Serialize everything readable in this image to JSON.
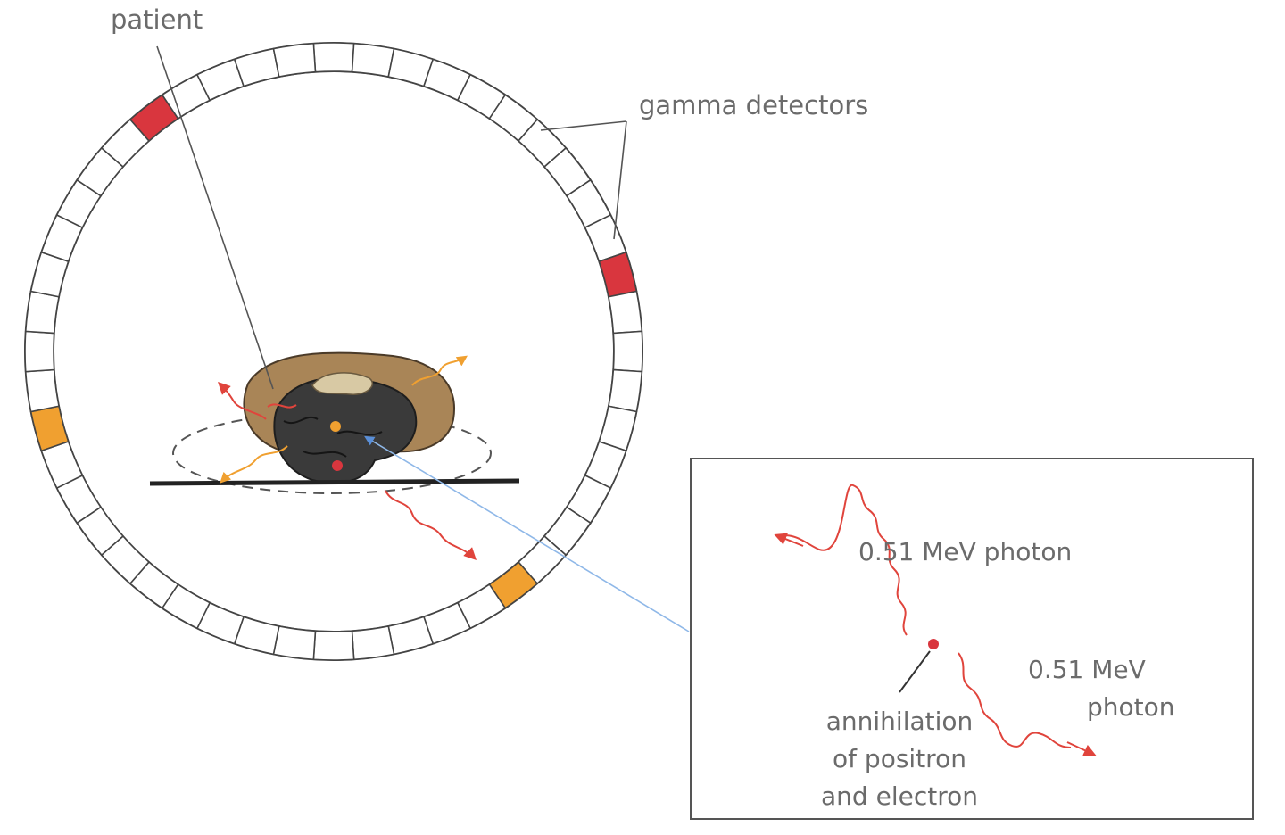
{
  "labels": {
    "patient": "patient",
    "gamma_detectors": "gamma detectors",
    "photon_upper": "0.51 MeV photon",
    "photon_lower_line1": "0.51 MeV",
    "photon_lower_line2": "photon",
    "annihilation_line1": "annihilation",
    "annihilation_line2": "of positron",
    "annihilation_line3": "and electron"
  },
  "detector_ring": {
    "segment_count": 48,
    "red_segments": [
      10,
      43
    ],
    "orange_segments": [
      19,
      34
    ]
  },
  "colors": {
    "red_detector": "#d9363e",
    "orange_detector": "#f0a030",
    "photon": "#e0443c",
    "leader_line": "#555555",
    "pointer_line": "#8fb8e8",
    "body": "#a98557",
    "organ": "#3a3a3a",
    "table": "#222222"
  }
}
